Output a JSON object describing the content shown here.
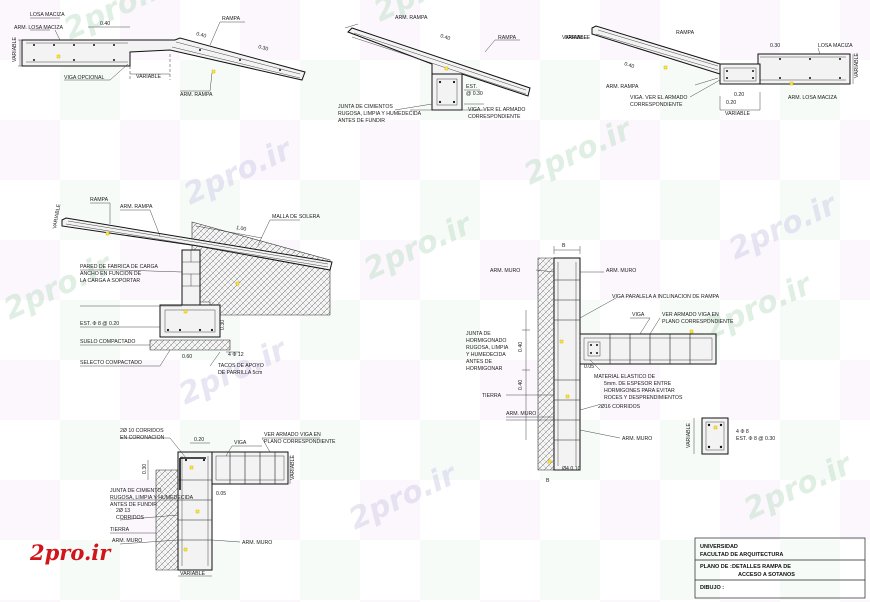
{
  "watermark": "2pro.ir",
  "logo": "2pro.ir",
  "details": {
    "d1": {
      "losa_maciza": "LOSA MACIZA",
      "arm_losa_maciza": "ARM. LOSA MACIZA",
      "variable": "VARIABLE",
      "dim_040": "0.40",
      "rampa": "RAMPA",
      "dim_040b": "0.40",
      "dim_030": "0.30",
      "viga_opcional": "VIGA OPCIONAL",
      "variable_b": "VARIABLE",
      "arm_rampa": "ARM. RAMPA"
    },
    "d2": {
      "arm_rampa": "ARM. RAMPA",
      "dim_040": "0.40",
      "rampa": "RAMPA",
      "variable": "VARIABLE",
      "junta_1": "JUNTA DE CIMIENTOS",
      "junta_2": "RUGOSA, LIMPIA Y HUMEDECIDA",
      "junta_3": "ANTES DE FUNDIR",
      "est": "EST.",
      "dim_030": "@ 0.30",
      "viga_1": "VIGA. VER EL ARMADO",
      "viga_2": "CORRESPONDIENTE"
    },
    "d3": {
      "variable": "VARIABLE",
      "rampa": "RAMPA",
      "dim_030": "0.30",
      "losa_maciza": "LOSA MACIZA",
      "dim_040": "0.40",
      "arm_rampa": "ARM. RAMPA",
      "dim_020": "0.20",
      "dim_020b": "0.20",
      "viga_1": "VIGA. VER EL ARMADO",
      "viga_2": "CORRESPONDIENTE",
      "arm_losa_maciza": "ARM. LOSA MACIZA",
      "variable_b": "VARIABLE"
    },
    "d4": {
      "variable": "VARIABLE",
      "rampa": "RAMPA",
      "arm_rampa": "ARM. RAMPA",
      "dim_100": "1.00",
      "malla": "MALLA DE SOLERA",
      "pared_1": "PARED DE FABRICA DE CARGA",
      "pared_2": "ANCHO EN FUNCION DE",
      "pared_3": "LA CARGA A SOPORTAR",
      "est": "EST. Φ 8 @ 0.20",
      "dim_030": "0.30",
      "suelo": "SUELO COMPACTADO",
      "dim_060": "0.60",
      "selecto": "SELECTO COMPACTADO",
      "phi12": "4 Φ 12",
      "tacos_1": "TACOS DE APOYO",
      "tacos_2": "DE PARRILLA 5cm"
    },
    "d5": {
      "b": "B",
      "arm_muro": "ARM. MURO",
      "arm_muro_b": "ARM. MURO",
      "viga_paralela": "VIGA PARALELA A INCLINACION DE RAMPA",
      "viga": "VIGA",
      "ver_1": "VER ARMADO VIGA EN",
      "ver_2": "PLANO CORRESPONDIENTE",
      "junta_1": "JUNTA DE",
      "junta_2": "HORMIGONADO",
      "junta_3": "RUGOSA, LIMPIA",
      "junta_4": "Y HUMEDECIDA",
      "junta_5": "ANTES DE",
      "junta_6": "HORMIGONAR",
      "dim_040": "0.40",
      "dim_005": "0.05",
      "dim_040b": "0.40",
      "mat_1": "MATERIAL ELASTICO DE",
      "mat_2": "5mm. DE ESPESOR ENTRE",
      "mat_3": "HORMIGONES PARA EVITAR",
      "mat_4": "ROCES Y DESPRENDIMIENTOS",
      "corridos": "2Ø16 CORRIDOS",
      "tierra": "TIERRA",
      "arm_muro_c": "ARM. MURO",
      "arm_muro_d": "ARM. MURO",
      "b_bottom": "B",
      "dim_010": "Ø4 0.10"
    },
    "d6": {
      "variable": "VARIABLE",
      "n1": "4 Φ 8",
      "n2": "EST. Φ 8 @ 0.30"
    },
    "d7": {
      "corr_1": "2Ø 10 CORRIDOS",
      "corr_2": "EN CORONACION",
      "dim_020": "0.20",
      "ver_1": "VER ARMADO VIGA EN",
      "ver_2": "PLANO CORRESPONDIENTE",
      "viga": "VIGA",
      "variable": "VARIABLE",
      "dim_030": "0.30",
      "junta_1": "JUNTA DE CIMIENTO",
      "junta_2": "RUGOSA, LIMPIA Y HUMEDECIDA",
      "junta_3": "ANTES DE FUNDIR",
      "dim_005": "0.05",
      "corr_3": "2Ø 13",
      "corr_4": "CORRIDOS",
      "tierra": "TIERRA",
      "arm_muro": "ARM. MURO",
      "arm_muro_b": "ARM. MURO",
      "variable_b": "VARIABLE"
    }
  },
  "title_block": {
    "university": "UNIVERSIDAD",
    "faculty": "FACULTAD DE ARQUITECTURA",
    "plano_label": "PLANO DE :",
    "plano_value_1": "DETALLES RAMPA DE",
    "plano_value_2": "ACCESO A SOTANOS",
    "dibujo_label": "DIBUJO :"
  }
}
